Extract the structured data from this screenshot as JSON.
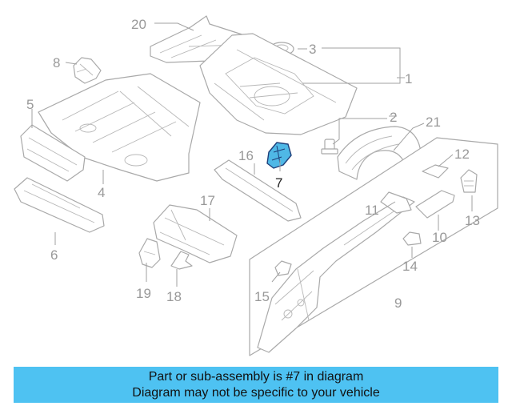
{
  "callouts": {
    "c1": "1",
    "c2": "2",
    "c3": "3",
    "c4": "4",
    "c5": "5",
    "c6": "6",
    "c7": "7",
    "c8": "8",
    "c9": "9",
    "c10": "10",
    "c11": "11",
    "c12": "12",
    "c13": "13",
    "c14": "14",
    "c15": "15",
    "c16": "16",
    "c17": "17",
    "c18": "18",
    "c19": "19",
    "c20": "20",
    "c21": "21"
  },
  "highlight": {
    "part_number": "7",
    "color": "#4fb8e6"
  },
  "banner": {
    "line1": "Part or sub-assembly is #7 in diagram",
    "line2": "Diagram may not be specific to your vehicle",
    "color": "#4ec2f2"
  }
}
